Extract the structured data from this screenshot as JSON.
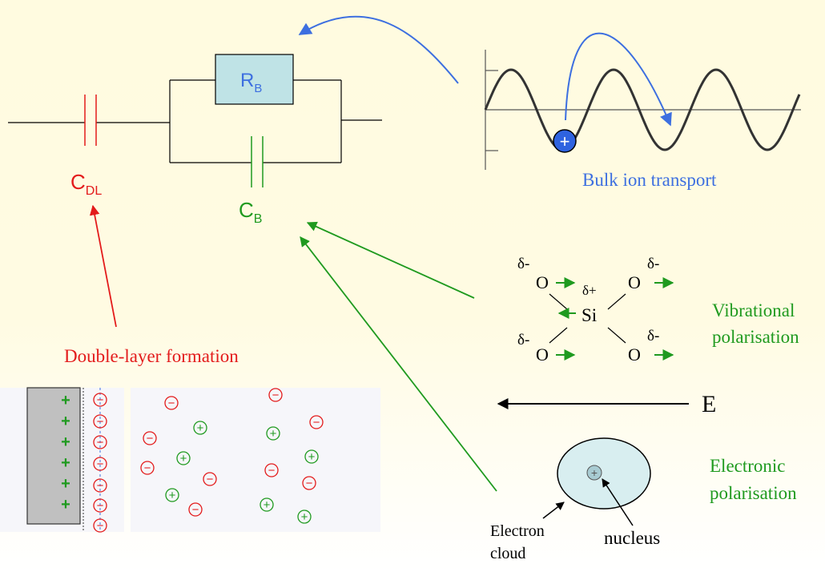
{
  "colors": {
    "red": "#e31b1b",
    "green": "#1f9a1f",
    "blue": "#3d6fe0",
    "resistor_fill": "#bfe3e6",
    "cloud_fill": "#d8eef0",
    "electrode": "#c0c0c0"
  },
  "circuit": {
    "resistor_label": "R",
    "resistor_sub": "B",
    "cdl_label": "C",
    "cdl_sub": "DL",
    "cb_label": "C",
    "cb_sub": "B"
  },
  "bulk": {
    "label": "Bulk ion transport",
    "ion_symbol": "+"
  },
  "double_layer": {
    "label": "Double-layer formation",
    "plus_symbol": "+",
    "minus_symbol": "−",
    "electrode_charges": 6,
    "adsorbed_anions": 7
  },
  "vibrational": {
    "label_line1": "Vibrational",
    "label_line2": "polarisation",
    "silicon": "Si",
    "oxygen": "O",
    "delta_plus": "δ+",
    "delta_minus": "δ-"
  },
  "field": {
    "label": "E"
  },
  "electronic": {
    "label_line1": "Electronic",
    "label_line2": "polarisation",
    "cloud_label_line1": "Electron",
    "cloud_label_line2": "cloud",
    "nucleus_label": "nucleus",
    "nucleus_symbol": "+"
  }
}
